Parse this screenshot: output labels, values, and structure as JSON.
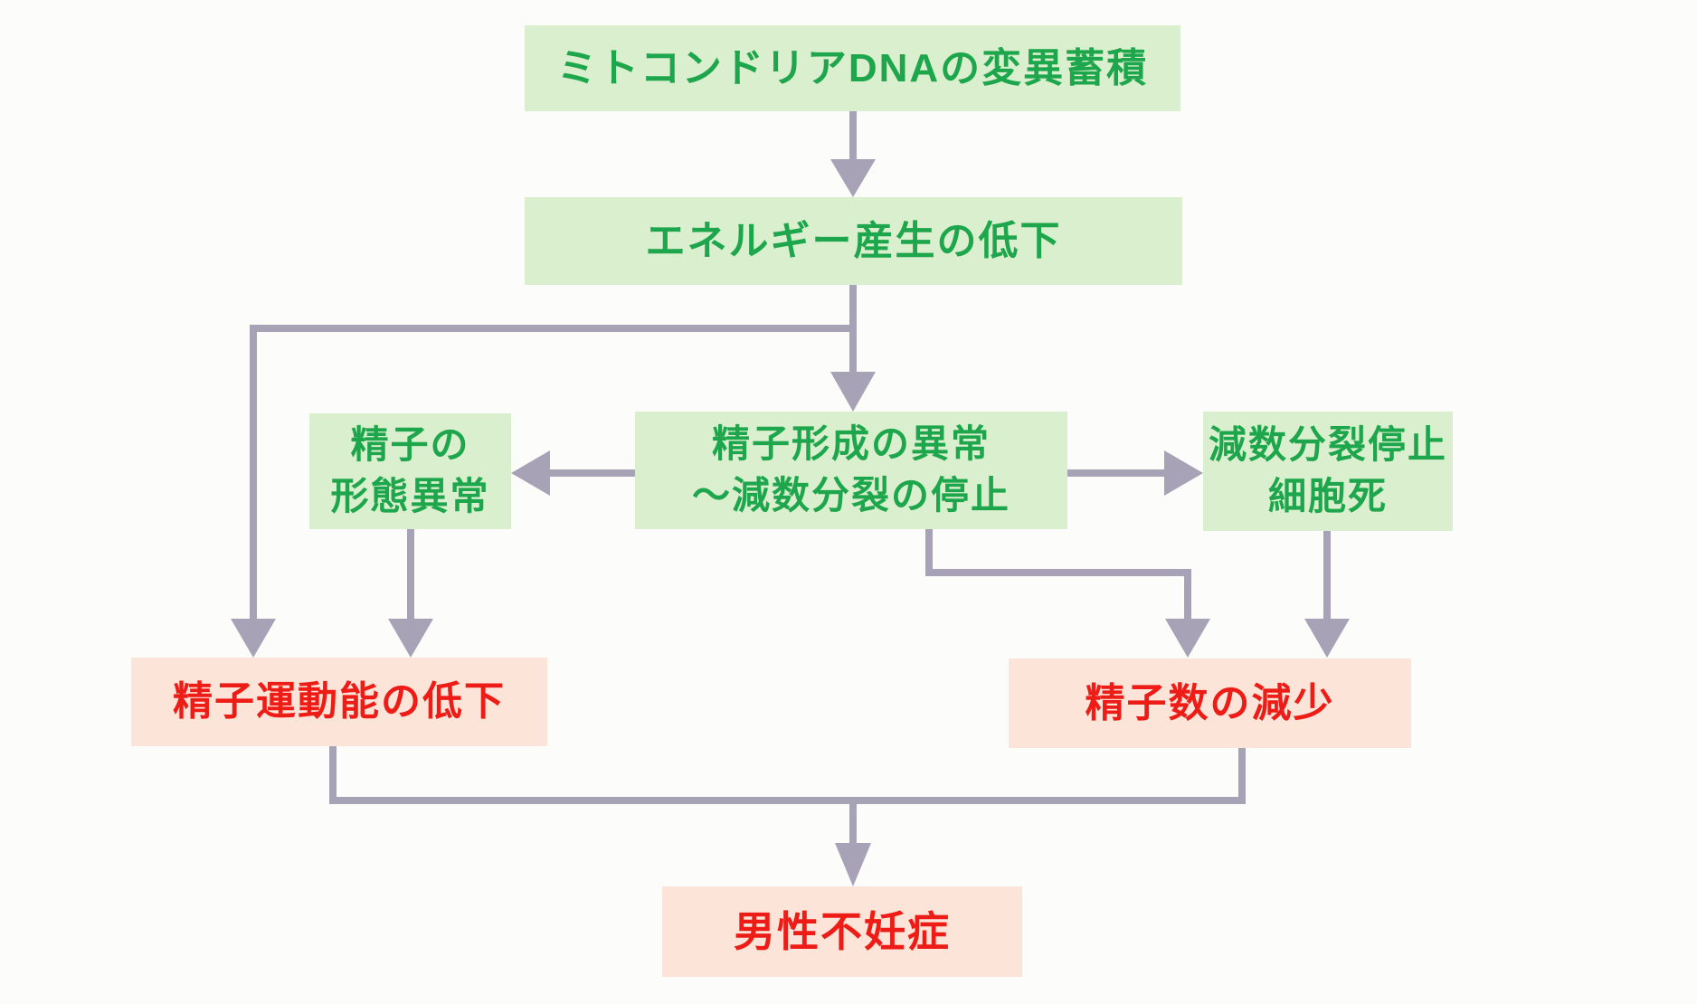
{
  "diagram": {
    "topic": "mitochondrial-dna-mutation-to-male-infertility-flowchart",
    "nodes": {
      "mtdna": {
        "label": "ミトコンドリアDNAの変異蓄積"
      },
      "energy": {
        "label": "エネルギー産生の低下"
      },
      "morphology": {
        "line1": "精子の",
        "line2": "形態異常"
      },
      "spermatogenesis": {
        "line1": "精子形成の異常",
        "line2": "～減数分裂の停止"
      },
      "meiosis_arrest": {
        "line1": "減数分裂停止",
        "line2": "細胞死"
      },
      "motility": {
        "label": "精子運動能の低下"
      },
      "sperm_count": {
        "label": "精子数の減少"
      },
      "infertility": {
        "label": "男性不妊症"
      }
    },
    "edges": [
      "mtdna -> energy",
      "energy -> spermatogenesis",
      "energy -> motility",
      "spermatogenesis -> morphology",
      "spermatogenesis -> meiosis_arrest",
      "morphology -> motility",
      "spermatogenesis -> sperm_count",
      "meiosis_arrest -> sperm_count",
      "motility -> infertility",
      "sperm_count -> infertility"
    ]
  },
  "colors": {
    "green_fill": "#d9efce",
    "green_text": "#1ea64c",
    "pink_fill": "#fce5d8",
    "red_text": "#ee1c16",
    "arrow": "#a8a2b6",
    "background": "#fcfdfb"
  }
}
